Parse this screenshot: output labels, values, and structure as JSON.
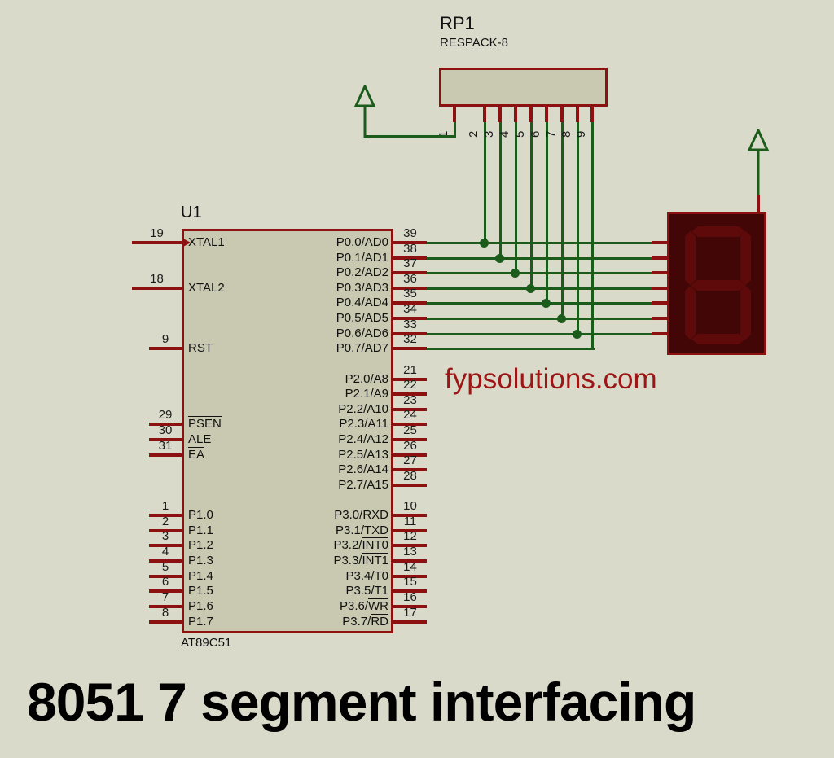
{
  "title": "8051 7 segment interfacing",
  "watermark": "fypsolutions.com",
  "chip": {
    "ref": "U1",
    "part": "AT89C51",
    "left_pins": [
      {
        "num": "19",
        "label": "XTAL1",
        "row": 0,
        "long": true,
        "clk": true
      },
      {
        "num": "18",
        "label": "XTAL2",
        "row": 3,
        "long": true
      },
      {
        "num": "9",
        "label": "RST",
        "row": 7
      },
      {
        "num": "29",
        "pre": "",
        "over": "PSEN",
        "row": 12
      },
      {
        "num": "30",
        "label": "ALE",
        "row": 13
      },
      {
        "num": "31",
        "pre": "",
        "over": "EA",
        "row": 14
      },
      {
        "num": "1",
        "label": "P1.0",
        "row": 18
      },
      {
        "num": "2",
        "label": "P1.1",
        "row": 19
      },
      {
        "num": "3",
        "label": "P1.2",
        "row": 20
      },
      {
        "num": "4",
        "label": "P1.3",
        "row": 21
      },
      {
        "num": "5",
        "label": "P1.4",
        "row": 22
      },
      {
        "num": "6",
        "label": "P1.5",
        "row": 23
      },
      {
        "num": "7",
        "label": "P1.6",
        "row": 24
      },
      {
        "num": "8",
        "label": "P1.7",
        "row": 25
      }
    ],
    "right_pins": [
      {
        "num": "39",
        "label": "P0.0/AD0",
        "row": 0
      },
      {
        "num": "38",
        "label": "P0.1/AD1",
        "row": 1
      },
      {
        "num": "37",
        "label": "P0.2/AD2",
        "row": 2
      },
      {
        "num": "36",
        "label": "P0.3/AD3",
        "row": 3
      },
      {
        "num": "35",
        "label": "P0.4/AD4",
        "row": 4
      },
      {
        "num": "34",
        "label": "P0.5/AD5",
        "row": 5
      },
      {
        "num": "33",
        "label": "P0.6/AD6",
        "row": 6
      },
      {
        "num": "32",
        "label": "P0.7/AD7",
        "row": 7
      },
      {
        "num": "21",
        "label": "P2.0/A8",
        "row": 9
      },
      {
        "num": "22",
        "label": "P2.1/A9",
        "row": 10
      },
      {
        "num": "23",
        "label": "P2.2/A10",
        "row": 11
      },
      {
        "num": "24",
        "label": "P2.3/A11",
        "row": 12
      },
      {
        "num": "25",
        "label": "P2.4/A12",
        "row": 13
      },
      {
        "num": "26",
        "label": "P2.5/A13",
        "row": 14
      },
      {
        "num": "27",
        "label": "P2.6/A14",
        "row": 15
      },
      {
        "num": "28",
        "label": "P2.7/A15",
        "row": 16
      },
      {
        "num": "10",
        "label": "P3.0/RXD",
        "row": 18
      },
      {
        "num": "11",
        "label": "P3.1/TXD",
        "row": 19
      },
      {
        "num": "12",
        "pre": "P3.2/",
        "over": "INT0",
        "row": 20
      },
      {
        "num": "13",
        "pre": "P3.3/",
        "over": "INT1",
        "row": 21
      },
      {
        "num": "14",
        "label": "P3.4/T0",
        "row": 22
      },
      {
        "num": "15",
        "label": "P3.5/T1",
        "row": 23
      },
      {
        "num": "16",
        "pre": "P3.6/",
        "over": "WR",
        "row": 24
      },
      {
        "num": "17",
        "pre": "P3.7/",
        "over": "RD",
        "row": 25
      }
    ]
  },
  "respack": {
    "ref": "RP1",
    "part": "RESPACK-8",
    "pins": [
      "1",
      "2",
      "3",
      "4",
      "5",
      "6",
      "7",
      "8",
      "9"
    ]
  },
  "colors": {
    "background": "#dadacb",
    "component_fill": "#c9c9b1",
    "component_border": "#8e1111",
    "wire_green": "#1b5c1b",
    "pin_red": "#8e1111",
    "display_body": "#420606",
    "display_segment": "#5e0a0a",
    "watermark_red": "#9c1616",
    "title_black": "#010101"
  }
}
